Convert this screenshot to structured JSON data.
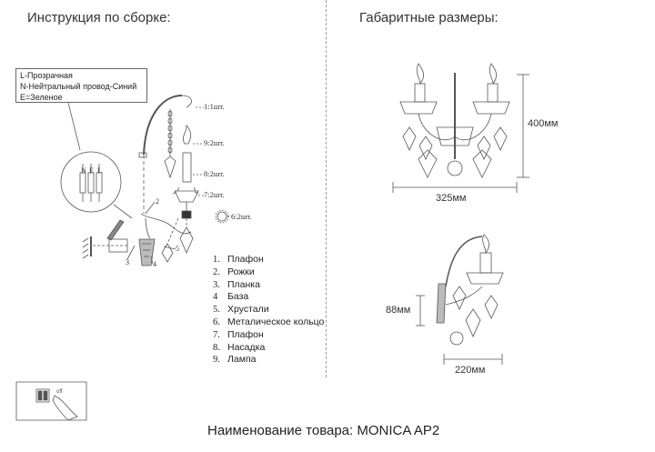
{
  "headings": {
    "assembly": "Инструкция по сборке:",
    "dimensions": "Габаритные размеры:"
  },
  "wiring_legend": [
    "L-Прозрачная",
    "N-Нейтральный провод-Синий",
    "E=Зеленое"
  ],
  "terminal_labels": [
    "N",
    "E",
    "L"
  ],
  "part_callouts": [
    {
      "text": "1:1шт."
    },
    {
      "text": "9:2шт."
    },
    {
      "text": "8:2шт."
    },
    {
      "text": "7:2шт."
    },
    {
      "text": "6:2шт."
    }
  ],
  "diagram_numbers": [
    "2",
    "3",
    "4",
    "5"
  ],
  "parts": [
    {
      "num": "1.",
      "name": "Плафон"
    },
    {
      "num": "2.",
      "name": "Рожки"
    },
    {
      "num": "3.",
      "name": "Планка"
    },
    {
      "num": "4",
      "name": "База"
    },
    {
      "num": "5.",
      "name": "Хрустали"
    },
    {
      "num": "6.",
      "name": "Металическое кольцо"
    },
    {
      "num": "7.",
      "name": "Плафон"
    },
    {
      "num": "8.",
      "name": "Насадка"
    },
    {
      "num": "9.",
      "name": "Лампа"
    }
  ],
  "dimensions": {
    "front_height": "400мм",
    "front_width": "325мм",
    "side_depth": "220мм",
    "side_base": "88мм"
  },
  "product_name": "Наименование товара: MONICA AP2"
}
